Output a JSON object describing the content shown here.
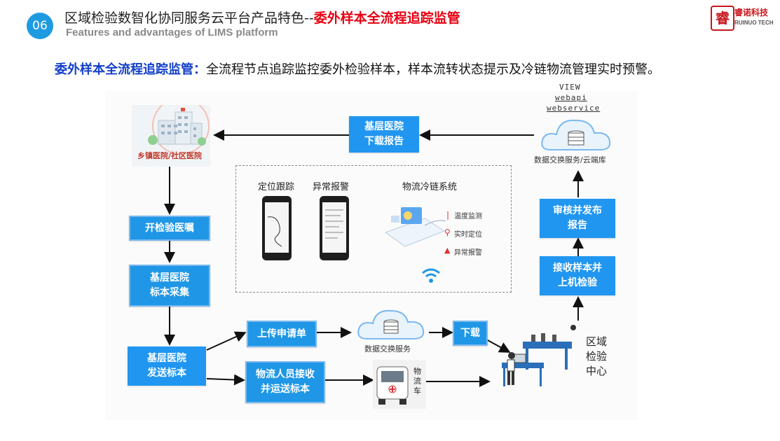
{
  "header": {
    "badge_number": "06",
    "title_prefix": "区域检验数智化协同服务云平台产品特色--",
    "title_highlight": "委外样本全流程追踪监管",
    "subtitle": "Features and advantages of LIMS platform",
    "logo_cn": "睿诺科技",
    "logo_en": "RUINUO TECH"
  },
  "description": {
    "label": "委外样本全流程追踪监管：",
    "text": "全流程节点追踪监控委外检验样本，样本流转状态提示及冷链物流管理实时预警。"
  },
  "diagram": {
    "hospital_label": "乡镇医院/社区医院",
    "step_open_order": "开检验医嘱",
    "step_collect": "基层医院\n标本采集",
    "step_send": "基层医院\n发送标本",
    "step_upload": "上传申请单",
    "step_logistics": "物流人员接收\n并运送标本",
    "exchange_label_bottom": "数据交换服务",
    "step_download": "下载",
    "vehicle_label": "物流车",
    "center_label": "区域检验中心",
    "step_receive": "接收样本并\n上机检验",
    "step_review": "审核并发布\n报告",
    "exchange_label_top": "数据交换服务/云端库",
    "api_view": "VIEW",
    "api_webapi": "webapi",
    "api_webservice": "webservice",
    "step_download_report": "基层医院\n下载报告",
    "monitor": {
      "locate": "定位跟踪",
      "alarm": "异常报警",
      "cold_chain": "物流冷链系统",
      "temp": "温度监测",
      "realtime": "实时定位",
      "abnormal": "异常报警"
    }
  },
  "colors": {
    "accent": "#1f97e6",
    "title_red": "#e60012",
    "label_blue": "#1340c8",
    "badge": "#1e9be0"
  }
}
